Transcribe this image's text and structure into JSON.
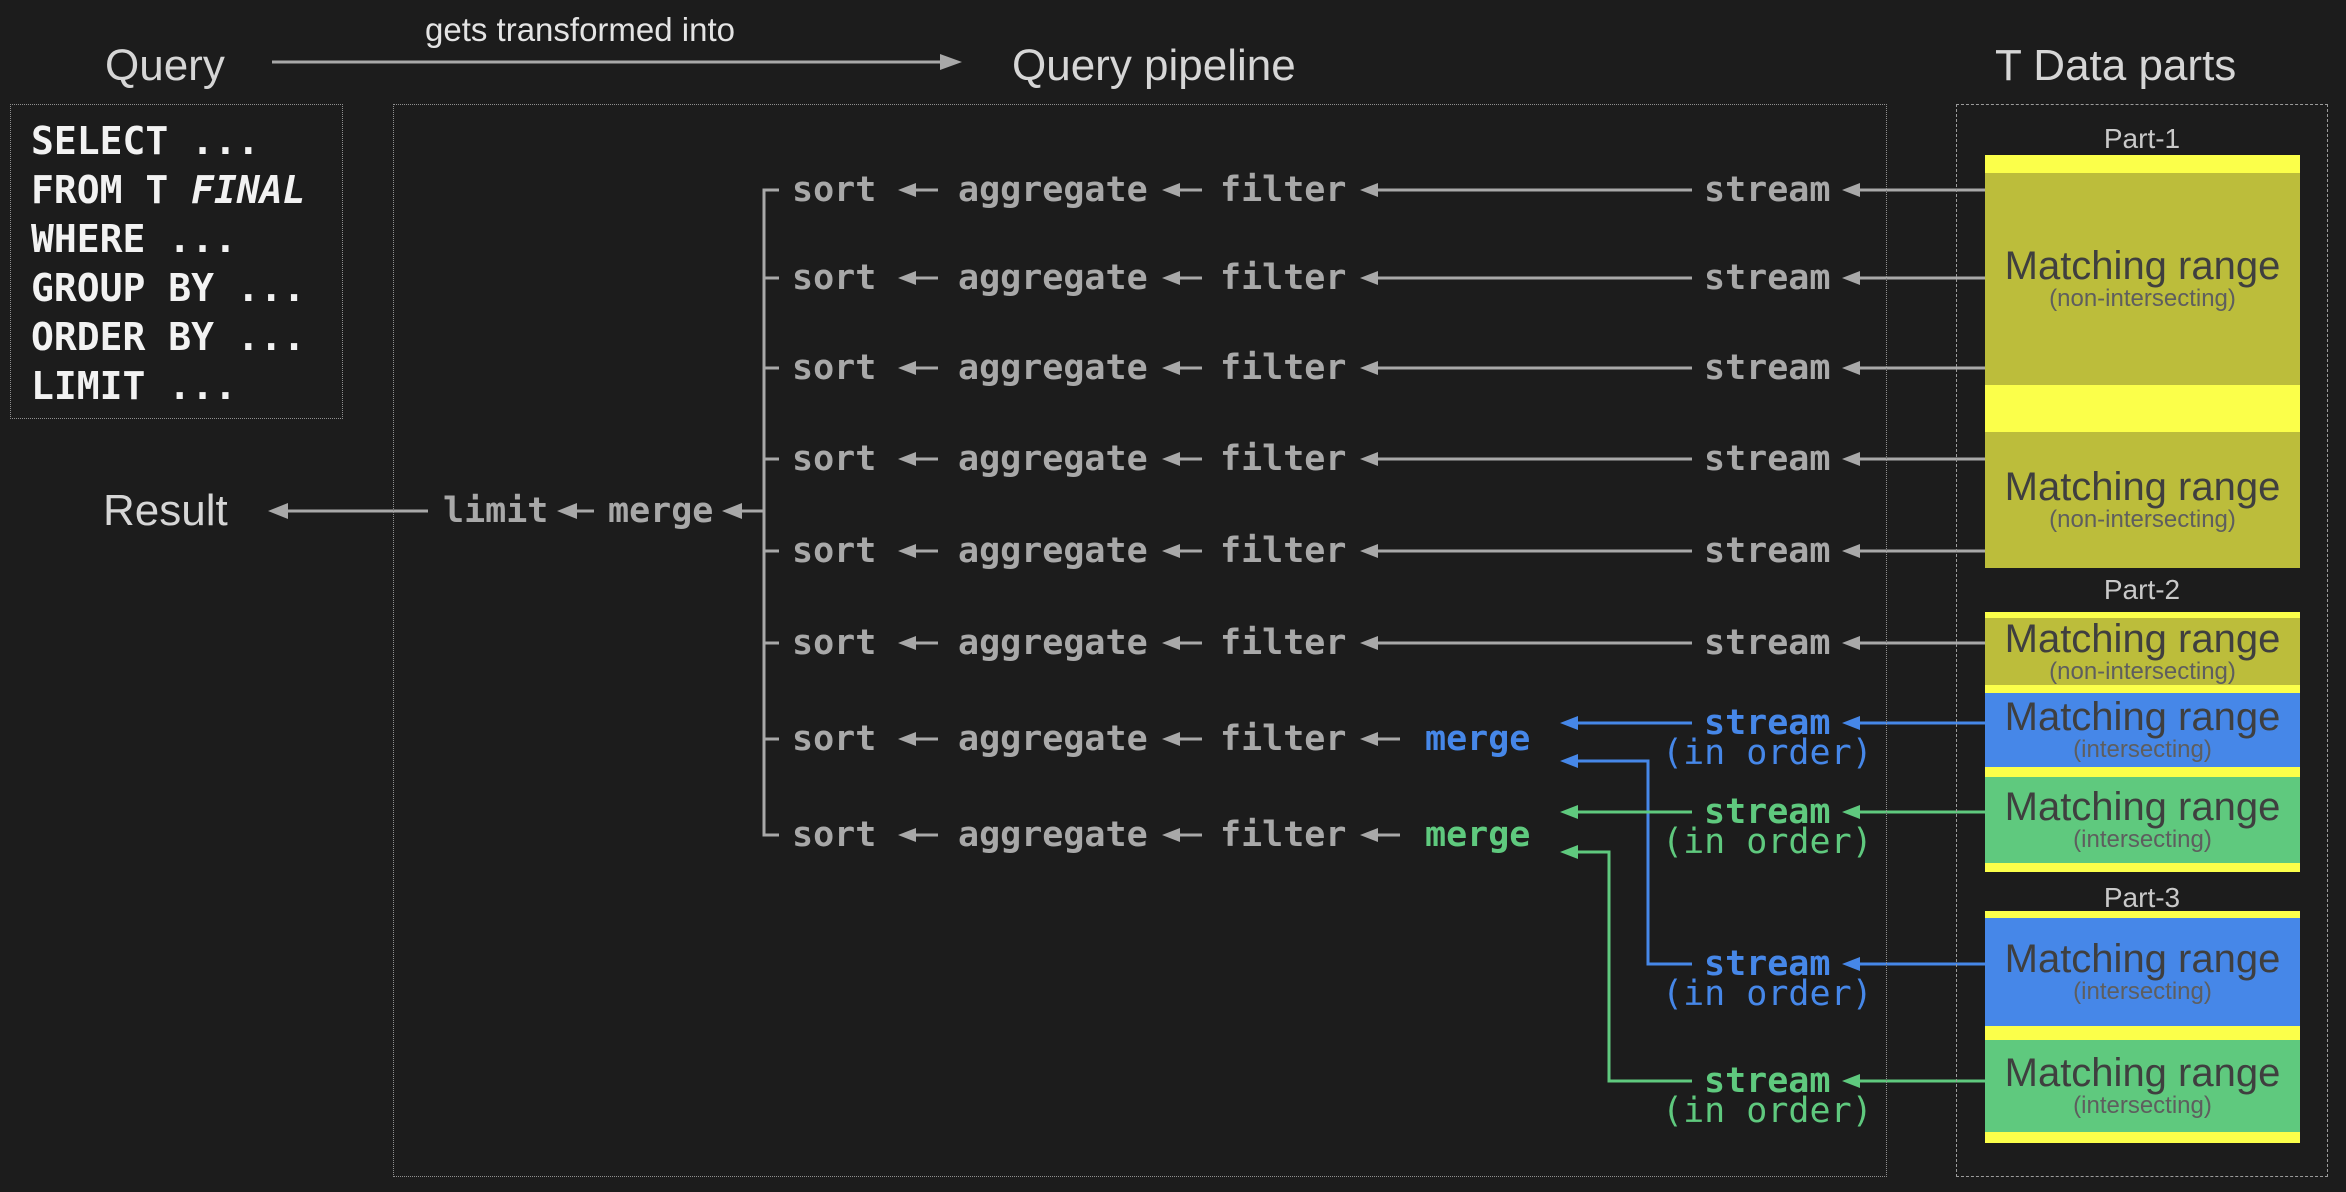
{
  "header": {
    "query_title": "Query",
    "transform_label": "gets transformed into",
    "pipeline_title": "Query pipeline",
    "data_parts_title": "T Data parts"
  },
  "sql_box": {
    "line1": "SELECT ...",
    "line2_prefix": "FROM T ",
    "line2_final": "FINAL",
    "line3": "WHERE ...",
    "line4": "GROUP BY ...",
    "line5": "ORDER BY ...",
    "line6": "LIMIT ..."
  },
  "result_chain": {
    "result_label": "Result",
    "limit_label": "limit",
    "merge_label": "merge"
  },
  "pipeline": {
    "row_count": 8,
    "plain_stream_rows": 6,
    "labels": {
      "sort": "sort",
      "aggregate": "aggregate",
      "filter": "filter",
      "stream": "stream",
      "merge": "merge",
      "in_order": "(in order)"
    },
    "merge_rows": [
      {
        "name": "blue-merge",
        "color": "#4687e8"
      },
      {
        "name": "green-merge",
        "color": "#5fc97e"
      }
    ]
  },
  "data_parts": {
    "parts": [
      {
        "label": "Part-1",
        "ranges": [
          {
            "label": "Matching range",
            "caption": "(non-intersecting)"
          },
          {
            "label": "Matching range",
            "caption": "(non-intersecting)"
          }
        ]
      },
      {
        "label": "Part-2",
        "ranges": [
          {
            "label": "Matching range",
            "caption": "(non-intersecting)"
          },
          {
            "label": "Matching range",
            "caption": "(intersecting)"
          },
          {
            "label": "Matching range",
            "caption": "(intersecting)"
          }
        ]
      },
      {
        "label": "Part-3",
        "ranges": [
          {
            "label": "Matching range",
            "caption": "(intersecting)"
          },
          {
            "label": "Matching range",
            "caption": "(intersecting)"
          }
        ]
      }
    ]
  },
  "colors": {
    "background": "#1c1c1c",
    "title_text": "#d6d6d6",
    "sql_text": "#f2f2f2",
    "pipeline_text": "#a8a8a8",
    "stream_blue": "#4687e8",
    "stream_green": "#5fc97e",
    "range_yellow": "#fbff4a",
    "range_olive": "#bcbd3b",
    "range_blue": "#4687e8",
    "range_green": "#5fc97e",
    "range_label_text": "#3f3f3f",
    "range_caption_text": "#5e5e5e"
  }
}
